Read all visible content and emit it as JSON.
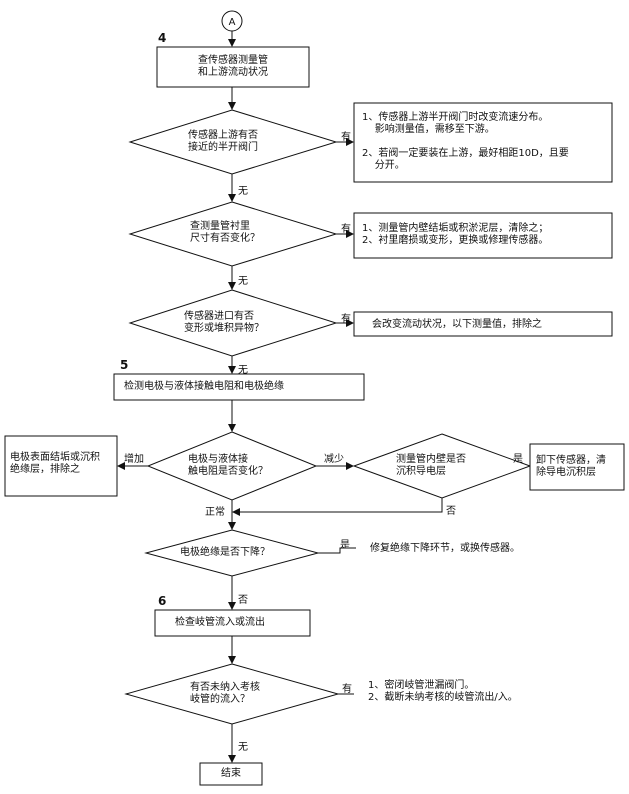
{
  "connector": "A",
  "steps": [
    "4",
    "5",
    "6"
  ],
  "boxes": {
    "check_pipe": "查传感器测量管\n和上游流动状况",
    "check_electrode": "检测电极与液体接触电阻和电极绝缘",
    "check_branch": "检查岐管流入或流出",
    "end": "结束"
  },
  "decisions": {
    "valve": "传感器上游有否\n接近的半开阀门",
    "lining": "查测量管衬里\n尺寸有否变化？",
    "inlet": "传感器进口有否\n变形或堆积异物？",
    "resistance": "电极与液体接\n触电阻是否变化？",
    "deposit": "测量管内壁是否\n沉积导电层",
    "insulation": "电极绝缘是否下降？",
    "branch_flow": "有否未纳入考核\n岐管的流入？"
  },
  "actions": {
    "valve": "1、传感器上游半开阀门时改变流速分布。\n    影响测量值，需移至下游。\n\n2、若阀一定要装在上游，最好相距10D，且要\n    分开。",
    "lining": "1、测量管内壁结垢或积淤泥层，清除之；\n2、衬里磨损或变形，更换或修理传感器。",
    "inlet": "会改变流动状况，以下测量值，排除之",
    "surface": "电极表面结垢或沉积\n绝缘层，排除之",
    "remove": "卸下传感器，清\n除导电沉积层",
    "insulation": "修复绝缘下降环节，或换传感器。",
    "branch": "1、密闭岐管泄漏阀门。\n2、截断未纳考核的岐管流出/入。"
  },
  "edge_labels": {
    "valve_yes": "有",
    "valve_no": "无",
    "lining_yes": "有",
    "lining_no": "无",
    "inlet_yes": "有",
    "inlet_no": "无",
    "res_increase": "增加",
    "res_decrease": "减少",
    "res_normal": "正常",
    "deposit_yes": "是",
    "deposit_no": "否",
    "ins_yes": "是",
    "ins_no": "否",
    "branch_yes": "有",
    "branch_no": "无"
  }
}
